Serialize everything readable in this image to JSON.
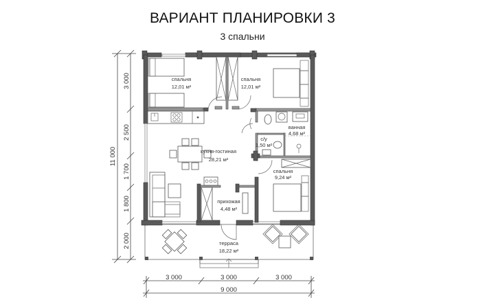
{
  "header": {
    "title": "ВАРИАНТ ПЛАНИРОВКИ 3",
    "subtitle": "3 спальни"
  },
  "rooms": [
    {
      "name": "спальня",
      "area": "12,01 м²",
      "id": "bedroom-1"
    },
    {
      "name": "спальня",
      "area": "12,01 м²",
      "id": "bedroom-2"
    },
    {
      "name": "ванная",
      "area": "4,68 м²",
      "id": "bathroom"
    },
    {
      "name": "с/у",
      "area": "1,50 м²",
      "id": "wc"
    },
    {
      "name": "кухня-гостиная",
      "area": "28,21 м²",
      "id": "kitchen-living"
    },
    {
      "name": "спальня",
      "area": "9,24 м²",
      "id": "bedroom-3"
    },
    {
      "name": "прихожая",
      "area": "4,48 м²",
      "id": "hallway"
    },
    {
      "name": "терраса",
      "area": "18,22 м²",
      "id": "terrace"
    }
  ],
  "dimensions": {
    "vertical_total": "11 000",
    "vertical_segments": [
      "3 000",
      "2 500",
      "1 700",
      "1 800",
      "2 000"
    ],
    "horizontal_segments": [
      "3 000",
      "3 000",
      "3 000"
    ],
    "horizontal_total": "9 000"
  },
  "colors": {
    "wall": "#5a5a5a",
    "partition": "#9a9a9a",
    "line": "#555555"
  }
}
